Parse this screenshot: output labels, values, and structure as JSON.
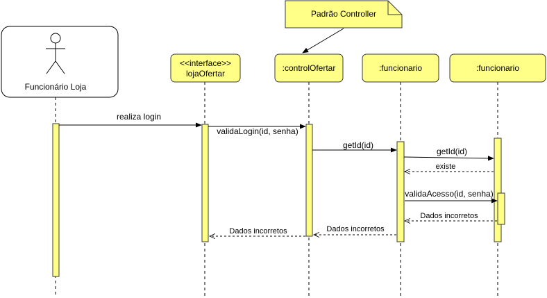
{
  "colors": {
    "fill": "#ffff88",
    "stroke": "#36393d",
    "actor_box": "#ffffff",
    "line": "#000000"
  },
  "note": {
    "text": "Padrão Controller"
  },
  "actor": {
    "label": "Funcionário Loja"
  },
  "participants": [
    {
      "line1": "<<interface>>",
      "line2": "lojaOfertar"
    },
    {
      "line1": ":controlOfertar"
    },
    {
      "line1": ":funcionario"
    },
    {
      "line1": ":funcionario"
    }
  ],
  "messages": {
    "m1": "realiza login",
    "m2": "validaLogin(id, senha)",
    "m3": "getId(id)",
    "m4": "getId(id)",
    "m5": "existe",
    "m6": "validaAcesso(id, senha)",
    "m7": "Dados incorretos",
    "m8": "Dados incorretos",
    "m9": "Dados incorretos"
  }
}
